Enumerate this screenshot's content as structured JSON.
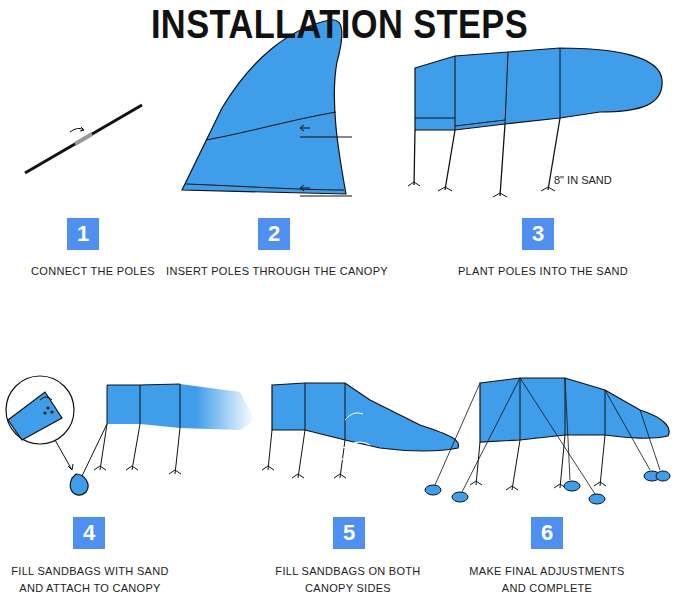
{
  "diagram": {
    "title": "INSTALLATION STEPS",
    "nodes": [
      {
        "text": [
          "1"
        ]
      },
      {
        "text": [
          "2"
        ]
      },
      {
        "text": [
          "3"
        ]
      },
      {
        "text": [
          "4"
        ]
      },
      {
        "text": [
          "5"
        ]
      },
      {
        "text": [
          "6"
        ]
      }
    ],
    "labels": [
      "CONNECT THE POLES",
      "INSERT POLES THROUGH THE CANOPY",
      "8\" IN SAND",
      "PLANT POLES INTO THE SAND",
      "FILL SANDBAGS WITH SAND AND ATTACH TO CANOPY",
      "FILL SANDBAGS ON BOTH CANOPY SIDES",
      "MAKE FINAL ADJUSTMENTS AND COMPLETE"
    ]
  }
}
